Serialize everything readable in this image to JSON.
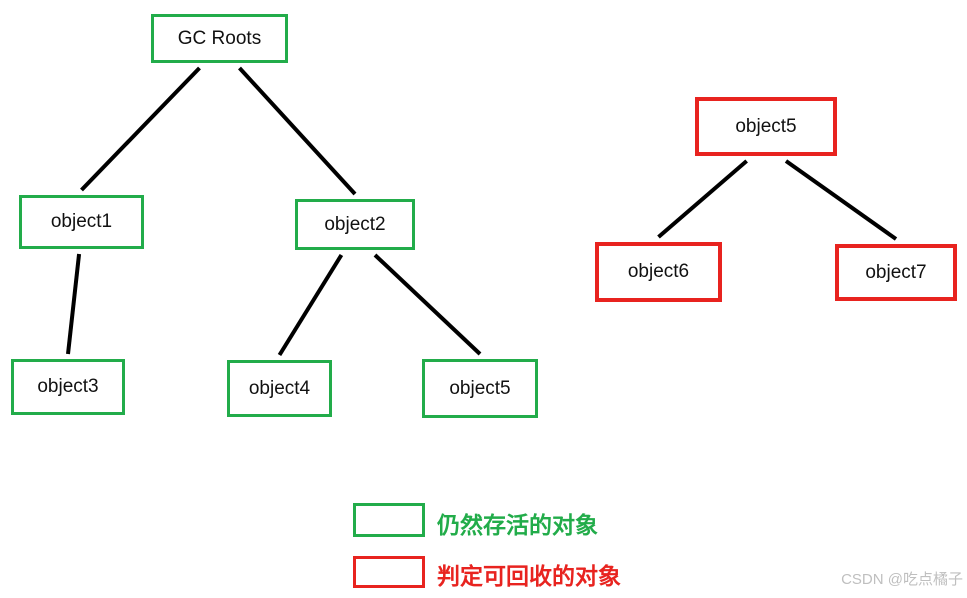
{
  "diagram": {
    "nodes": [
      {
        "id": "gc_roots",
        "label": "GC Roots",
        "status": "alive"
      },
      {
        "id": "object1",
        "label": "object1",
        "status": "alive"
      },
      {
        "id": "object2",
        "label": "object2",
        "status": "alive"
      },
      {
        "id": "object3",
        "label": "object3",
        "status": "alive"
      },
      {
        "id": "object4",
        "label": "object4",
        "status": "alive"
      },
      {
        "id": "object5_g",
        "label": "object5",
        "status": "alive"
      },
      {
        "id": "object5_r",
        "label": "object5",
        "status": "collectable"
      },
      {
        "id": "object6",
        "label": "object6",
        "status": "collectable"
      },
      {
        "id": "object7",
        "label": "object7",
        "status": "collectable"
      }
    ],
    "edges": [
      {
        "from": "gc_roots",
        "to": "object1"
      },
      {
        "from": "gc_roots",
        "to": "object2"
      },
      {
        "from": "object1",
        "to": "object3"
      },
      {
        "from": "object2",
        "to": "object4"
      },
      {
        "from": "object2",
        "to": "object5_g"
      },
      {
        "from": "object5_r",
        "to": "object6"
      },
      {
        "from": "object5_r",
        "to": "object7"
      }
    ]
  },
  "legend": {
    "alive_label": "仍然存活的对象",
    "collectable_label": "判定可回收的对象"
  },
  "watermark": "CSDN @吃点橘子",
  "colors": {
    "alive": "#22ac4a",
    "collectable": "#e8231f",
    "edge": "#000000"
  }
}
